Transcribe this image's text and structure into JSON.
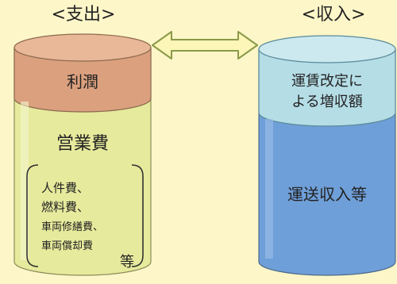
{
  "expenditure": {
    "header": "<支出>",
    "profit": "利潤",
    "operating_expenses": "営業費",
    "cost_items": [
      "人件費、",
      "燃料費、",
      "車両修繕費、",
      "車両償却費"
    ],
    "cost_suffix": "等"
  },
  "revenue": {
    "header": "<収入>",
    "fare_increase_lines": [
      "運賃改定に",
      "よる増収額"
    ],
    "transport_revenue": "運送収入等"
  },
  "colors": {
    "background": "#fdf6c8",
    "profit_band": "#dba07e",
    "expense_body": "#e6ea9c",
    "fare_band": "#b5dde6",
    "transport_body": "#6f9fd8",
    "arrow_fill": "#fcf6b8",
    "arrow_stroke": "#8a9a4a"
  },
  "icons": {
    "connector": "double-headed-arrow-icon"
  }
}
